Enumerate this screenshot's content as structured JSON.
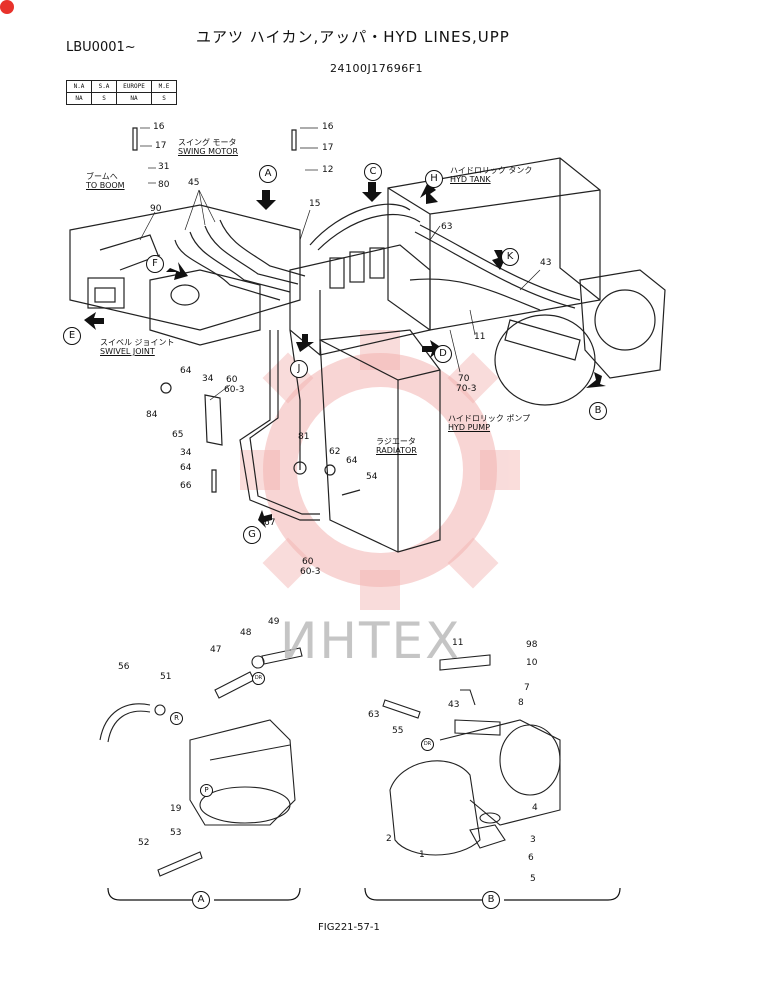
{
  "header": {
    "title": "ユアツ ハイカン,アッパ・HYD LINES,UPP",
    "model_code": "LBU0001~",
    "part_number": "24100J17696F1"
  },
  "availability": {
    "headers": [
      "N.A",
      "S.A",
      "EUROPE",
      "M.E"
    ],
    "values": [
      "NA",
      "S",
      "NA",
      "S"
    ]
  },
  "labels": {
    "swing_motor_jp": "スイング モータ",
    "swing_motor_en": "SWING MOTOR",
    "to_boom_jp": "ブームへ",
    "to_boom_en": "TO BOOM",
    "hyd_tank_jp": "ハイドロリック タンク",
    "hyd_tank_en": "HYD TANK",
    "swivel_joint_jp": "スイベル ジョイント",
    "swivel_joint_en": "SWIVEL JOINT",
    "radiator_jp": "ラジエータ",
    "radiator_en": "RADIATOR",
    "hyd_pump_jp": "ハイドロリック ポンプ",
    "hyd_pump_en": "HYD PUMP"
  },
  "callouts": {
    "A": "A",
    "B": "B",
    "C": "C",
    "D": "D",
    "E": "E",
    "F": "F",
    "G": "G",
    "H": "H",
    "J": "J",
    "K": "K"
  },
  "detail_views": {
    "left": "A",
    "right": "B"
  },
  "part_numbers": {
    "p16a": "16",
    "p17a": "17",
    "p31": "31",
    "p80": "80",
    "p45": "45",
    "p90": "90",
    "p16b": "16",
    "p17b": "17",
    "p12": "12",
    "p15": "15",
    "p63": "63",
    "p43": "43",
    "p11": "11",
    "p70": "70",
    "p70_3": "70-3",
    "p64a": "64",
    "p34a": "34",
    "p60a": "60",
    "p60_3a": "60-3",
    "p84": "84",
    "p65": "65",
    "p34b": "34",
    "p64b": "64",
    "p66": "66",
    "p81": "81",
    "p62": "62",
    "p64c": "64",
    "p54": "54",
    "p67": "67",
    "p60b": "60",
    "p60_3b": "60-3",
    "a48": "48",
    "a49": "49",
    "a47": "47",
    "a56": "56",
    "a51": "51",
    "a19": "19",
    "a53": "53",
    "a52": "52",
    "b11": "11",
    "b98": "98",
    "b10": "10",
    "b7": "7",
    "b63": "63",
    "b43": "43",
    "b8": "8",
    "b55": "55",
    "b4": "4",
    "b2": "2",
    "b3": "3",
    "b1": "1",
    "b6": "6",
    "b5": "5"
  },
  "small_markers": {
    "dr1": "DR",
    "dr2": "DR",
    "r": "R",
    "p": "P"
  },
  "watermark": "ИHTEX",
  "footer": {
    "figure": "FIG221-57-1"
  }
}
